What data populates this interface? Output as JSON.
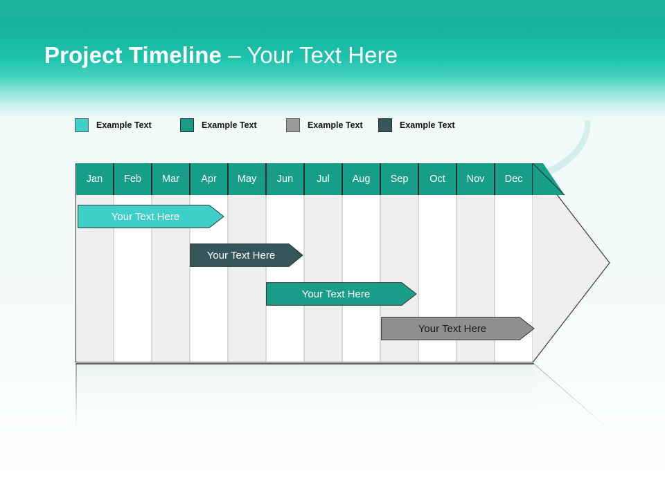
{
  "slide": {
    "title_strong": "Project Timeline",
    "title_light": " – Your Text Here",
    "theme": {
      "header_teal": "#17b5a0",
      "header_teal_dark": "#1fb39c",
      "page_bg": "#f2fbf9",
      "grid_header_teal": "#189e88",
      "grid_stripe": "#efefee",
      "grid_white": "#ffffff",
      "grid_outline": "#2b2b2b",
      "arrow_body_fill": "#efefee"
    }
  },
  "legend": {
    "items": [
      {
        "label": "Example Text",
        "color": "#3ecfc9",
        "border": "#5a5a5a"
      },
      {
        "label": "Example Text",
        "color": "#189e88",
        "border": "#2f2f2f"
      },
      {
        "label": "Example Text",
        "color": "#9a9a9a",
        "border": "#5a5a5a"
      },
      {
        "label": "Example Text",
        "color": "#35575c",
        "border": "#2f2f2f"
      }
    ]
  },
  "timeline": {
    "months": [
      "Jan",
      "Feb",
      "Mar",
      "Apr",
      "May",
      "Jun",
      "Jul",
      "Aug",
      "Sep",
      "Oct",
      "Nov",
      "Dec"
    ],
    "tasks": [
      {
        "label": "Your  Text Here",
        "start_month": "Jan",
        "end_month": "Apr",
        "fill": "#3ecfc9",
        "stroke": "#2f2f2f",
        "text_color": "#ffffff"
      },
      {
        "label": "Your  Text Here",
        "start_month": "Apr",
        "end_month": "Jul",
        "fill": "#35575c",
        "stroke": "#2f2f2f",
        "text_color": "#ffffff"
      },
      {
        "label": "Your  Text Here",
        "start_month": "Jun",
        "end_month": "Sep",
        "fill": "#1a9e89",
        "stroke": "#2f2f2f",
        "text_color": "#ffffff"
      },
      {
        "label": "Your  Text Here",
        "start_month": "Sep",
        "end_month": "Dec",
        "fill": "#8f8f8f",
        "stroke": "#2f2f2f",
        "text_color": "#1a1a1a"
      }
    ]
  },
  "chart_data": {
    "type": "bar",
    "title": "Project Timeline – Your Text Here",
    "xlabel": "",
    "ylabel": "",
    "categories": [
      "Jan",
      "Feb",
      "Mar",
      "Apr",
      "May",
      "Jun",
      "Jul",
      "Aug",
      "Sep",
      "Oct",
      "Nov",
      "Dec"
    ],
    "series": [
      {
        "name": "Example Text",
        "label": "Your  Text Here",
        "start": 1,
        "end": 4,
        "values": [
          1,
          4
        ],
        "color": "#3ecfc9"
      },
      {
        "name": "Example Text",
        "label": "Your  Text Here",
        "start": 4,
        "end": 7,
        "values": [
          4,
          7
        ],
        "color": "#35575c"
      },
      {
        "name": "Example Text",
        "label": "Your  Text Here",
        "start": 6,
        "end": 9,
        "values": [
          6,
          9
        ],
        "color": "#1a9e89"
      },
      {
        "name": "Example Text",
        "label": "Your  Text Here",
        "start": 9,
        "end": 12,
        "values": [
          9,
          12
        ],
        "color": "#8f8f8f"
      }
    ],
    "xlim": [
      1,
      12
    ],
    "grid": true,
    "legend_position": "top"
  }
}
